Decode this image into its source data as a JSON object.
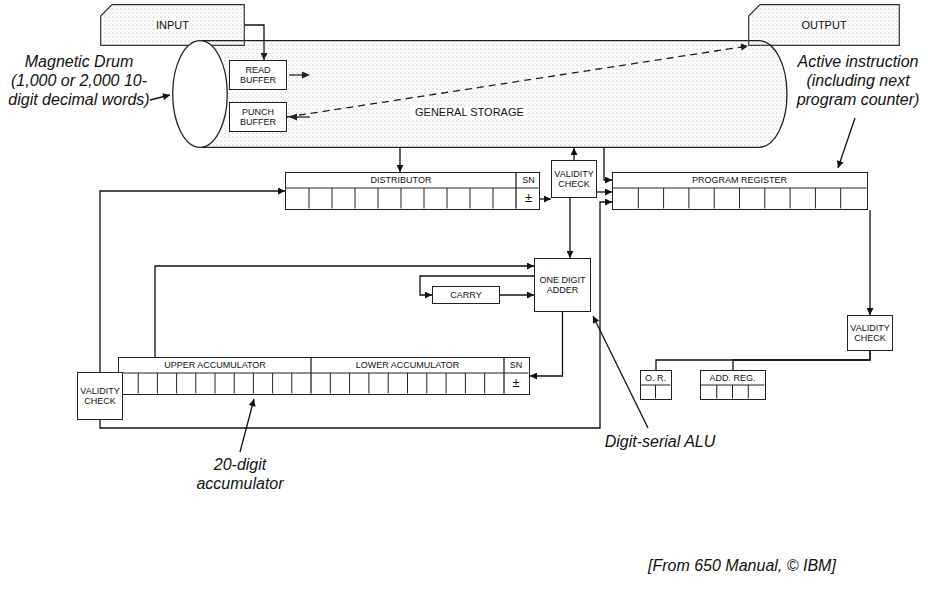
{
  "diagram": {
    "nodes": [
      {
        "text": [
          "INPUT"
        ]
      },
      {
        "text": [
          "OUTPUT"
        ]
      },
      {
        "text": [
          "GENERAL STORAGE"
        ]
      },
      {
        "text": [
          "READ BUFFER"
        ],
        "in": 2
      },
      {
        "text": [
          "PUNCH BUFFER"
        ],
        "in": 2
      },
      {
        "text": [
          "DISTRIBUTOR",
          "SN",
          "±"
        ]
      },
      {
        "text": [
          "VALIDITY CHECK"
        ]
      },
      {
        "text": [
          "PROGRAM REGISTER"
        ]
      },
      {
        "text": [
          "CARRY"
        ]
      },
      {
        "text": [
          "ONE DIGIT ADDER"
        ]
      },
      {
        "text": [
          "VALIDITY CHECK"
        ]
      },
      {
        "text": [
          "O. R."
        ]
      },
      {
        "text": [
          "ADD. REG."
        ]
      },
      {
        "text": [
          "UPPER ACCUMULATOR",
          "LOWER ACCUMULATOR",
          "SN",
          "±"
        ]
      },
      {
        "text": [
          "VALIDITY CHECK"
        ]
      }
    ],
    "edges": [
      {
        "from": 0,
        "to": 3,
        "arrow": "to"
      },
      {
        "from": 4,
        "to": 1,
        "arrow": "to"
      },
      {
        "from": 2,
        "to": 5,
        "arrow": "to"
      },
      {
        "from": 6,
        "to": 2,
        "arrow": "to"
      },
      {
        "from": 2,
        "to": 7,
        "arrow": "to"
      },
      {
        "from": 5,
        "to": 6,
        "arrow": "to"
      },
      {
        "from": 6,
        "to": 7,
        "arrow": "to"
      },
      {
        "from": 6,
        "to": 9,
        "arrow": "to"
      },
      {
        "from": 8,
        "to": 9,
        "arrow": "to"
      },
      {
        "from": 9,
        "to": 8,
        "arrow": "to"
      },
      {
        "from": 9,
        "to": 13,
        "arrow": "to"
      },
      {
        "from": 13,
        "to": 14,
        "arrow": "to"
      },
      {
        "from": 14,
        "to": 5,
        "arrow": "to"
      },
      {
        "from": 13,
        "to": 9,
        "arrow": "to"
      },
      {
        "from": 14,
        "to": 7,
        "arrow": "to"
      },
      {
        "from": 7,
        "to": 10,
        "arrow": "to"
      },
      {
        "from": 10,
        "to": 11,
        "arrow": "none"
      },
      {
        "from": 10,
        "to": 12,
        "arrow": "none"
      }
    ],
    "labels": [
      "Magnetic Drum (1,000 or 2,000 10-digit decimal words)",
      "Active instruction (including next program counter)",
      "Digit-serial ALU",
      "20-digit accumulator",
      "[From 650 Manual, © IBM]"
    ]
  }
}
